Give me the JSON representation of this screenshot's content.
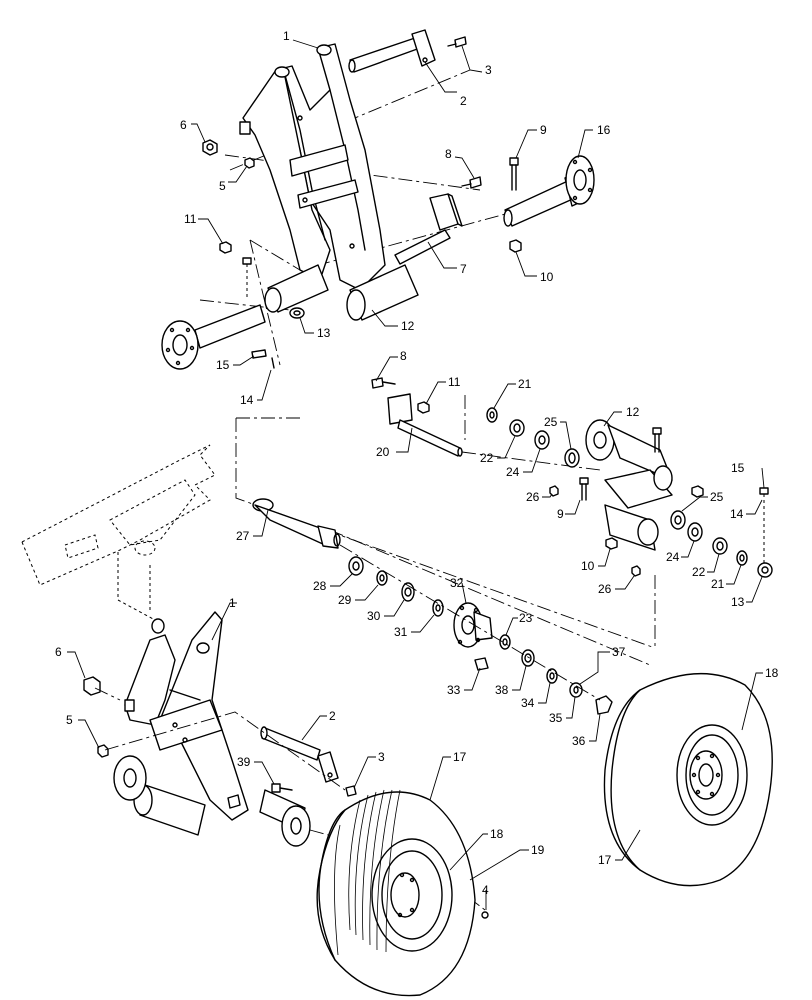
{
  "callouts": [
    {
      "id": "c1a",
      "text": "1"
    },
    {
      "id": "c2a",
      "text": "2"
    },
    {
      "id": "c3a",
      "text": "3"
    },
    {
      "id": "c5a",
      "text": "5"
    },
    {
      "id": "c6a",
      "text": "6"
    },
    {
      "id": "c7a",
      "text": "7"
    },
    {
      "id": "c8a",
      "text": "8"
    },
    {
      "id": "c9a",
      "text": "9"
    },
    {
      "id": "c10a",
      "text": "10"
    },
    {
      "id": "c11a",
      "text": "11"
    },
    {
      "id": "c12a",
      "text": "12"
    },
    {
      "id": "c13a",
      "text": "13"
    },
    {
      "id": "c14a",
      "text": "14"
    },
    {
      "id": "c15a",
      "text": "15"
    },
    {
      "id": "c16a",
      "text": "16"
    },
    {
      "id": "c8b",
      "text": "8"
    },
    {
      "id": "c11b",
      "text": "11"
    },
    {
      "id": "c20",
      "text": "20"
    },
    {
      "id": "c21a",
      "text": "21"
    },
    {
      "id": "c22a",
      "text": "22"
    },
    {
      "id": "c24a",
      "text": "24"
    },
    {
      "id": "c25a",
      "text": "25"
    },
    {
      "id": "c26a",
      "text": "26"
    },
    {
      "id": "c9b",
      "text": "9"
    },
    {
      "id": "c12b",
      "text": "12"
    },
    {
      "id": "c15b",
      "text": "15"
    },
    {
      "id": "c14b",
      "text": "14"
    },
    {
      "id": "c25b",
      "text": "25"
    },
    {
      "id": "c24b",
      "text": "24"
    },
    {
      "id": "c22b",
      "text": "22"
    },
    {
      "id": "c21b",
      "text": "21"
    },
    {
      "id": "c13b",
      "text": "13"
    },
    {
      "id": "c10b",
      "text": "10"
    },
    {
      "id": "c26b",
      "text": "26"
    },
    {
      "id": "c27",
      "text": "27"
    },
    {
      "id": "c28",
      "text": "28"
    },
    {
      "id": "c29",
      "text": "29"
    },
    {
      "id": "c30",
      "text": "30"
    },
    {
      "id": "c31",
      "text": "31"
    },
    {
      "id": "c32",
      "text": "32"
    },
    {
      "id": "c23",
      "text": "23"
    },
    {
      "id": "c33",
      "text": "33"
    },
    {
      "id": "c38",
      "text": "38"
    },
    {
      "id": "c34",
      "text": "34"
    },
    {
      "id": "c35",
      "text": "35"
    },
    {
      "id": "c36",
      "text": "36"
    },
    {
      "id": "c37",
      "text": "37"
    },
    {
      "id": "c1b",
      "text": "1"
    },
    {
      "id": "c6b",
      "text": "6"
    },
    {
      "id": "c5b",
      "text": "5"
    },
    {
      "id": "c2b",
      "text": "2"
    },
    {
      "id": "c39",
      "text": "39"
    },
    {
      "id": "c3b",
      "text": "3"
    },
    {
      "id": "c17a",
      "text": "17"
    },
    {
      "id": "c18a",
      "text": "18"
    },
    {
      "id": "c19",
      "text": "19"
    },
    {
      "id": "c4",
      "text": "4"
    },
    {
      "id": "c18b",
      "text": "18"
    },
    {
      "id": "c17b",
      "text": "17"
    }
  ],
  "colors": {
    "line": "#000000",
    "background": "#ffffff"
  }
}
